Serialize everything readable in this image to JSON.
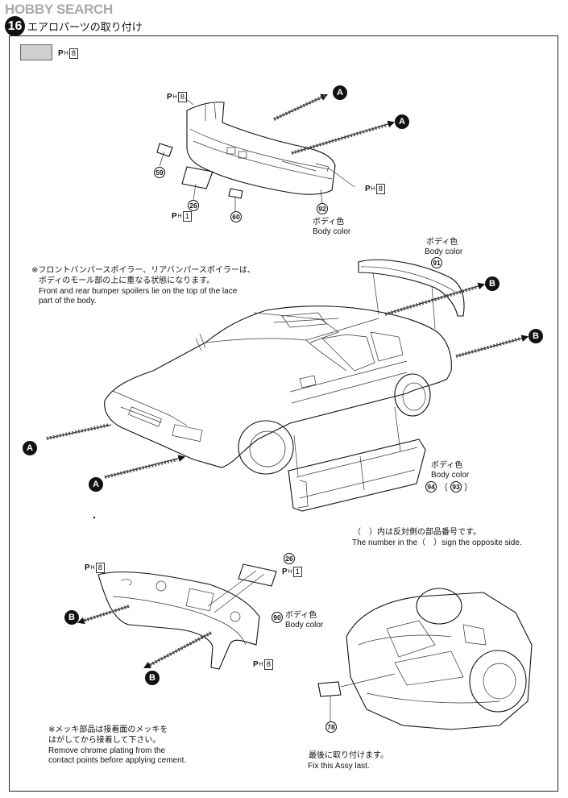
{
  "header": {
    "watermark_text": "HOBBY SEARCH",
    "step_number": "16",
    "step_title": "エアロパーツの取り付け"
  },
  "paint": {
    "code_letter": "P",
    "code_sub": "H",
    "code_num": "8",
    "code_num_1": "1"
  },
  "parts": {
    "p59": "59",
    "p26": "26",
    "p60": "60",
    "p92": "92",
    "p91": "91",
    "p94": "94",
    "p93": "93",
    "p90": "90",
    "p78": "78"
  },
  "labels": {
    "body_color_jp": "ボディ色",
    "body_color_en": "Body color",
    "p94_paren": "（",
    "p94_paren_close": "）"
  },
  "notes": {
    "spoiler_jp_1": "※フロントバンパースポイラー、リアバンパースポイラーは、",
    "spoiler_jp_2": "ボディのモール部の上に重なる状態になります。",
    "spoiler_en_1": "Front and rear bumper spoilers lie on the top of the lace",
    "spoiler_en_2": "part of the body.",
    "opposite_jp": "（　）内は反対側の部品番号です。",
    "opposite_en": "The number in the（　）sign the opposite side.",
    "chrome_jp_1": "※メッキ部品は接着面のメッキを",
    "chrome_jp_2": "はがしてから接着して下さい。",
    "chrome_en_1": "Remove chrome plating from the",
    "chrome_en_2": "contact points before applying cement.",
    "last_jp": "最後に取り付けます。",
    "last_en": "Fix this Assy last."
  },
  "markers": {
    "a": "A",
    "b": "B"
  },
  "colors": {
    "swatch": "#cfcfcf",
    "watermark": "#aaaaaa"
  }
}
